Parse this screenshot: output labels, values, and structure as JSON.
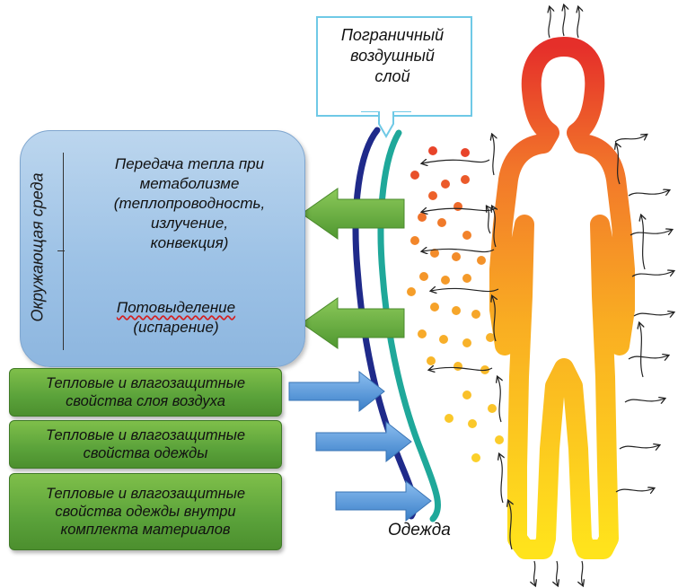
{
  "callout": {
    "line1": "Пограничный",
    "line2": "воздушный",
    "line3": "слой"
  },
  "environment": {
    "vertical_label": "Окружающая среда",
    "heat_transfer": {
      "line1": "Передача тепла при",
      "line2": "метаболизме",
      "line3": "(теплопроводность,",
      "line4": "излучение,",
      "line5": "конвекция)"
    },
    "sweating": {
      "line1": "Потовыделение",
      "line2": "(испарение)"
    }
  },
  "properties": [
    {
      "line1": "Тепловые и влагозащитные",
      "line2": "свойства слоя воздуха"
    },
    {
      "line1": "Тепловые и влагозащитные",
      "line2": "свойства одежды"
    },
    {
      "line1": "Тепловые и влагозащитные",
      "line2": "свойства одежды внутри",
      "line3": "комплекта материалов"
    }
  ],
  "clothing_label": "Одежда",
  "colors": {
    "env_box": "#9dc2e6",
    "green_box": "#5aa23a",
    "green_arrow": "#5fa83a",
    "blue_arrow": "#4a8fd4",
    "inner_layer": "#1f2a8a",
    "outer_layer": "#1fa89a",
    "body_top": "#e8322a",
    "body_bottom": "#ffe21a"
  }
}
